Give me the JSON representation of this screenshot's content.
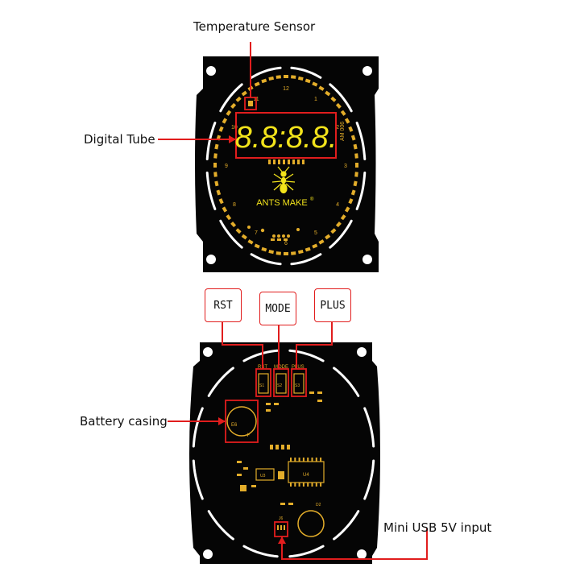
{
  "labels": {
    "temperature_sensor": "Temperature Sensor",
    "digital_tube": "Digital Tube",
    "battery_casing": "Battery casing",
    "mini_usb": "Mini USB 5V input"
  },
  "buttons": [
    {
      "label": "RST"
    },
    {
      "label": "MODE"
    },
    {
      "label": "PLUS"
    }
  ],
  "front_board": {
    "display_digits": "8.8:8.8.",
    "brand": "ANTS MAKE",
    "brand_mark": "®",
    "model": "AM 006",
    "numbers": [
      "12",
      "1",
      "2",
      "3",
      "4",
      "5",
      "6",
      "7",
      "8",
      "9",
      "10",
      "11"
    ]
  },
  "back_board": {
    "switch_labels": [
      "RST",
      "MODE",
      "PLUS"
    ],
    "switch_ids": [
      "S1",
      "S2",
      "S3"
    ],
    "ic_label": "U4",
    "u3_label": "U3",
    "battery_mark": "+",
    "bat_label": "E6",
    "usb_label": "J6",
    "buzzer_label": "D2"
  },
  "colors": {
    "board": "#050505",
    "gold": "#e3ad2a",
    "segment": "#f2e31b",
    "callout": "#e11d1d",
    "ring": "#ffffff"
  }
}
